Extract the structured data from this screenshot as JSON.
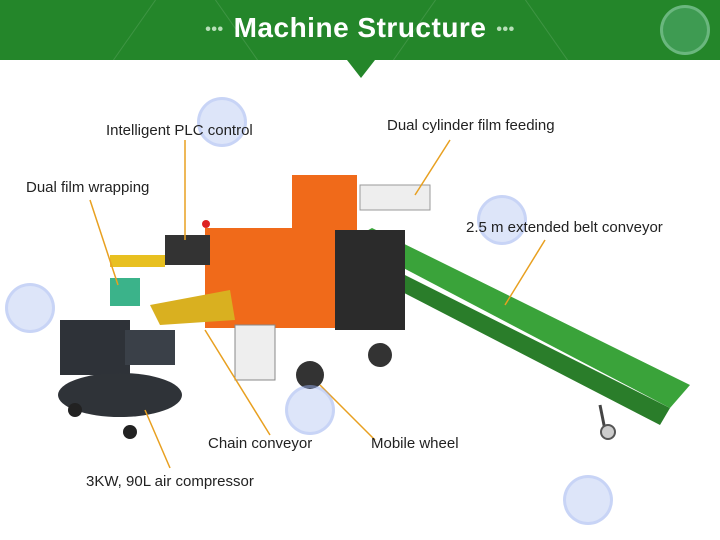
{
  "header": {
    "title": "Machine Structure",
    "dots_left": "•••",
    "dots_right": "•••"
  },
  "labels": {
    "plc": "Intelligent PLC control",
    "film_feeding": "Dual cylinder film feeding",
    "film_wrapping": "Dual film wrapping",
    "belt_conveyor": "2.5 m extended belt conveyor",
    "chain_conveyor": "Chain conveyor",
    "mobile_wheel": "Mobile wheel",
    "air_compressor": "3KW, 90L air compressor"
  },
  "colors": {
    "header": "#24862a",
    "machine_orange": "#f06a1a",
    "conveyor_green": "#3aa33a",
    "leader_line": "#e8a020"
  }
}
